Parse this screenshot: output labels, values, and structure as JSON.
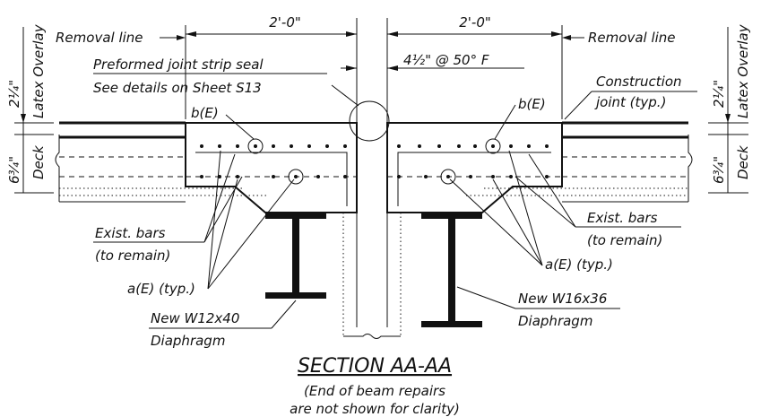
{
  "dims": {
    "left_width": "2'-0\"",
    "right_width": "2'-0\"",
    "gap": "4½\" @ 50° F",
    "overlay_thickness_left": "2¼\"",
    "overlay_thickness_right": "2¼\"",
    "deck_thickness_left": "6¾\"",
    "deck_thickness_right": "6¾\""
  },
  "labels": {
    "removal_line_left": "Removal line",
    "removal_line_right": "Removal line",
    "latex_overlay": "Latex Overlay",
    "deck": "Deck",
    "joint_seal_1": "Preformed joint strip seal",
    "joint_seal_2": "See details on Sheet S13",
    "construction_joint_1": "Construction",
    "construction_joint_2": "joint (typ.)",
    "b_left": "b(E)",
    "b_right": "b(E)",
    "exist_bars_left_1": "Exist. bars",
    "exist_bars_left_2": "(to remain)",
    "exist_bars_right_1": "Exist. bars",
    "exist_bars_right_2": "(to remain)",
    "a_left": "a(E) (typ.)",
    "a_right": "a(E) (typ.)",
    "diaphragm_left_1": "New W12x40",
    "diaphragm_left_2": "Diaphragm",
    "diaphragm_right_1": "New W16x36",
    "diaphragm_right_2": "Diaphragm"
  },
  "title": {
    "main": "SECTION AA-AA",
    "note_1": "(End of beam repairs",
    "note_2": "are not shown for clarity)"
  }
}
